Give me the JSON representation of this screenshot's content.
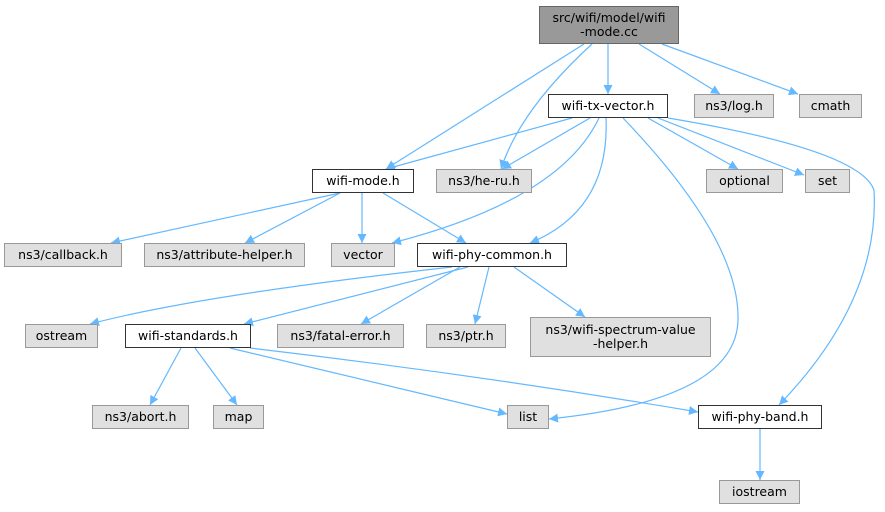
{
  "diagram": {
    "edge_color": "#63b8ff",
    "nodes": [
      {
        "id": "root",
        "label": "src/wifi/model/wifi\n-mode.cc",
        "kind": "root"
      },
      {
        "id": "txv",
        "label": "wifi-tx-vector.h",
        "kind": "internal"
      },
      {
        "id": "log",
        "label": "ns3/log.h",
        "kind": "external"
      },
      {
        "id": "cmath",
        "label": "cmath",
        "kind": "external"
      },
      {
        "id": "wmode",
        "label": "wifi-mode.h",
        "kind": "internal"
      },
      {
        "id": "heru",
        "label": "ns3/he-ru.h",
        "kind": "external"
      },
      {
        "id": "optional",
        "label": "optional",
        "kind": "external"
      },
      {
        "id": "set",
        "label": "set",
        "kind": "external"
      },
      {
        "id": "callback",
        "label": "ns3/callback.h",
        "kind": "external"
      },
      {
        "id": "attr",
        "label": "ns3/attribute-helper.h",
        "kind": "external"
      },
      {
        "id": "vector",
        "label": "vector",
        "kind": "external"
      },
      {
        "id": "phyc",
        "label": "wifi-phy-common.h",
        "kind": "internal"
      },
      {
        "id": "ostream",
        "label": "ostream",
        "kind": "external"
      },
      {
        "id": "wstd",
        "label": "wifi-standards.h",
        "kind": "internal"
      },
      {
        "id": "fatal",
        "label": "ns3/fatal-error.h",
        "kind": "external"
      },
      {
        "id": "ptr",
        "label": "ns3/ptr.h",
        "kind": "external"
      },
      {
        "id": "spec",
        "label": "ns3/wifi-spectrum-value\n-helper.h",
        "kind": "external"
      },
      {
        "id": "abort",
        "label": "ns3/abort.h",
        "kind": "external"
      },
      {
        "id": "map",
        "label": "map",
        "kind": "external"
      },
      {
        "id": "list",
        "label": "list",
        "kind": "external"
      },
      {
        "id": "band",
        "label": "wifi-phy-band.h",
        "kind": "internal"
      },
      {
        "id": "iostream",
        "label": "iostream",
        "kind": "external"
      }
    ],
    "edges": [
      [
        "root",
        "txv"
      ],
      [
        "root",
        "log"
      ],
      [
        "root",
        "cmath"
      ],
      [
        "root",
        "wmode"
      ],
      [
        "root",
        "heru"
      ],
      [
        "txv",
        "wmode"
      ],
      [
        "txv",
        "heru"
      ],
      [
        "txv",
        "optional"
      ],
      [
        "txv",
        "set"
      ],
      [
        "txv",
        "vector"
      ],
      [
        "txv",
        "phyc"
      ],
      [
        "txv",
        "list"
      ],
      [
        "txv",
        "band"
      ],
      [
        "wmode",
        "callback"
      ],
      [
        "wmode",
        "attr"
      ],
      [
        "wmode",
        "vector"
      ],
      [
        "wmode",
        "phyc"
      ],
      [
        "phyc",
        "ostream"
      ],
      [
        "phyc",
        "wstd"
      ],
      [
        "phyc",
        "fatal"
      ],
      [
        "phyc",
        "ptr"
      ],
      [
        "phyc",
        "spec"
      ],
      [
        "wstd",
        "abort"
      ],
      [
        "wstd",
        "map"
      ],
      [
        "wstd",
        "list"
      ],
      [
        "wstd",
        "band"
      ],
      [
        "band",
        "iostream"
      ]
    ]
  }
}
